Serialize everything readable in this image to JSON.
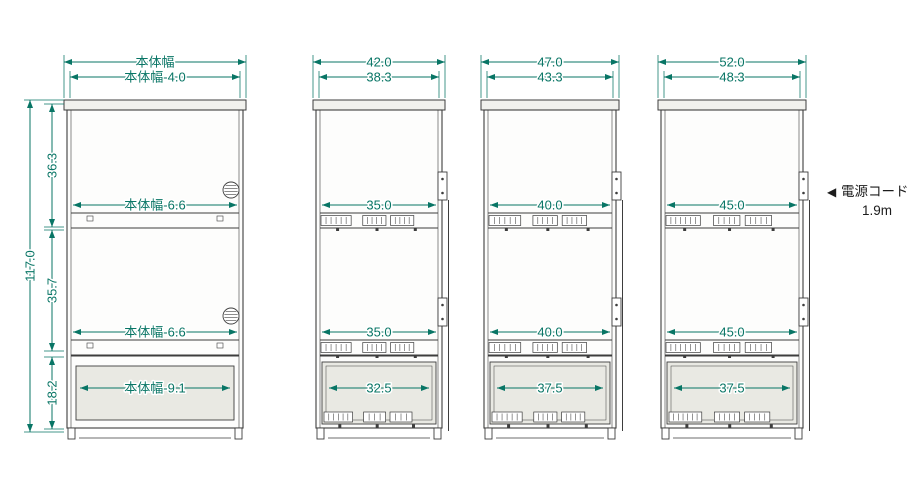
{
  "colors": {
    "dimension": "#087565",
    "outline": "#3d3d3d",
    "fill_body": "#fdfdfc",
    "fill_panel": "#f1f1ed",
    "fill_drawer": "#e9e9e3",
    "annotation": "#1c1c1c"
  },
  "left_dimensions": {
    "total": "117.0",
    "segments": [
      "36.3",
      "35.7",
      "18.2"
    ]
  },
  "cabinets": [
    {
      "top_dim_outer": "本体幅",
      "top_dim_inner": "本体幅-4.0",
      "shelf_dims": [
        "本体幅-6.6",
        "本体幅-6.6"
      ],
      "drawer_dim": "本体幅-9.1"
    },
    {
      "top_dim_outer": "42.0",
      "top_dim_inner": "38.3",
      "shelf_dims": [
        "35.0",
        "35.0"
      ],
      "drawer_dim": "32.5"
    },
    {
      "top_dim_outer": "47.0",
      "top_dim_inner": "43.3",
      "shelf_dims": [
        "40.0",
        "40.0"
      ],
      "drawer_dim": "37.5"
    },
    {
      "top_dim_outer": "52.0",
      "top_dim_inner": "48.3",
      "shelf_dims": [
        "45.0",
        "45.0"
      ],
      "drawer_dim": "37.5"
    }
  ],
  "annotation": {
    "arrow": "◀",
    "label": "電源コード",
    "value": "1.9m"
  }
}
